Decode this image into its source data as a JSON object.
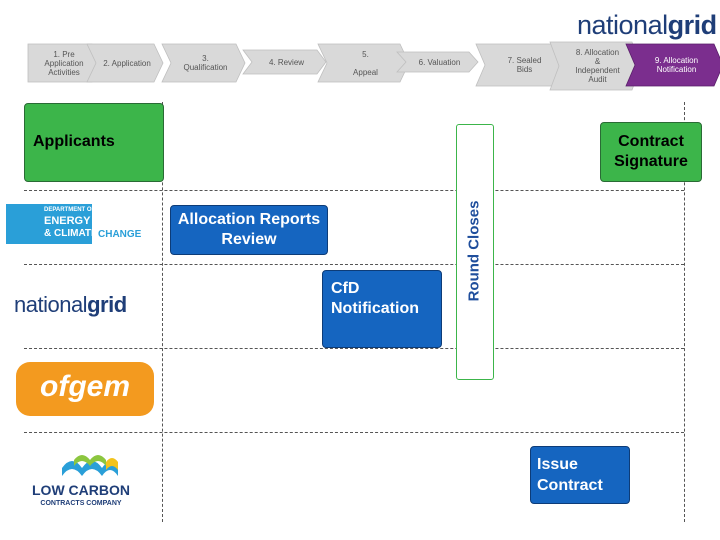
{
  "process_steps": [
    {
      "id": "step-1",
      "lines": [
        "1. Pre",
        "Application",
        "Activities"
      ]
    },
    {
      "id": "step-2",
      "lines": [
        "2. Application"
      ]
    },
    {
      "id": "step-3",
      "lines": [
        "3.",
        "Qualification"
      ]
    },
    {
      "id": "step-4",
      "lines": [
        "4. Review"
      ]
    },
    {
      "id": "step-5",
      "lines": [
        "5.",
        "",
        "Appeal"
      ]
    },
    {
      "id": "step-6",
      "lines": [
        "6. Valuation"
      ]
    },
    {
      "id": "step-7",
      "lines": [
        "7. Sealed",
        "Bids"
      ]
    },
    {
      "id": "step-8",
      "lines": [
        "8. Allocation",
        "&",
        "Independent",
        "Audit"
      ]
    },
    {
      "id": "step-9",
      "lines": [
        "9. Allocation",
        "Notification"
      ]
    }
  ],
  "brand": {
    "prefix": "national",
    "suffix": "grid"
  },
  "swimlanes": {
    "applicants": "Applicants",
    "decc_logo": {
      "line1": "DEPARTMENT OF",
      "line2": "ENERGY",
      "line3": "& CLIMATE",
      "line4": "CHANGE"
    },
    "ng_logo": {
      "prefix": "national",
      "suffix": "grid"
    },
    "ofgem_logo": "ofgem",
    "lccc_logo": {
      "line1": "LOW CARBON",
      "line2": "CONTRACTS COMPANY"
    }
  },
  "boxes": {
    "contract_signature": "Contract Signature",
    "allocation_reports_review": "Allocation Reports Review",
    "cfd_notification": "CfD Notification",
    "round_closes": "Round Closes",
    "issue_contract": "Issue Contract"
  },
  "colors": {
    "chevron_grey": "#d9d9d9",
    "chevron_active": "#7b2e8e",
    "green": "#3cb54a",
    "blue": "#1565c0",
    "ofgem_orange": "#f39a1f",
    "brand_navy": "#1f3e78"
  }
}
